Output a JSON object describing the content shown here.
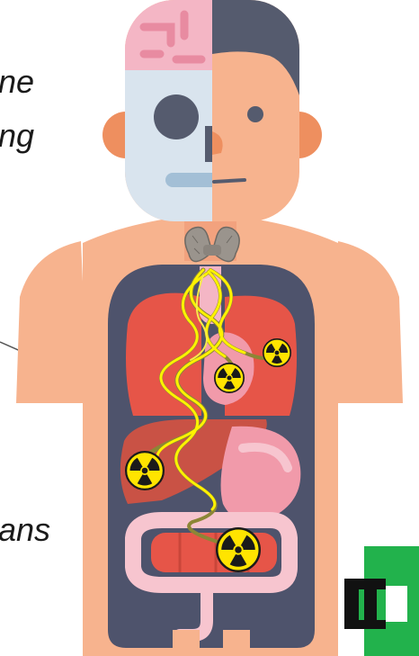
{
  "figure": {
    "captions": {
      "line1": "ne",
      "line2": "ng",
      "line3": "ans"
    },
    "colors": {
      "skin": "#F7B38E",
      "skin_shadow": "#EE8F5F",
      "hair": "#555B6E",
      "brain": "#F4B6C5",
      "skull": "#D9E4EE",
      "torso_cavity": "#4E536C",
      "organ_red": "#E65548",
      "organ_pink": "#F19AAA",
      "wave_yellow": "#FFF200",
      "wave_olive": "#8C8636",
      "radiation_yellow": "#FFE400",
      "logo_green": "#22B24C"
    },
    "icons": [
      "thyroid-gland-icon",
      "radiation-symbol-icon",
      "logo-mark-icon"
    ]
  }
}
